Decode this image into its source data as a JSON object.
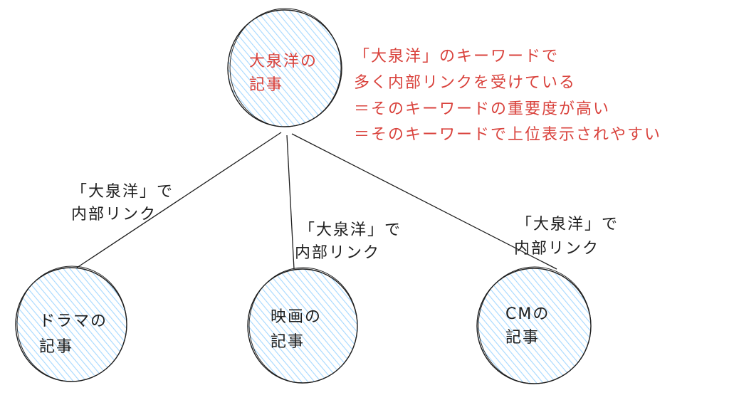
{
  "colors": {
    "circle_fill": "#a5d8ff",
    "stroke": "#1e1e1e",
    "accent_text": "#d9423c"
  },
  "top_node": {
    "line1": "大泉洋の",
    "line2": "記事"
  },
  "note": {
    "lines": [
      "「大泉洋」のキーワードで",
      "多く内部リンクを受けている",
      "＝そのキーワードの重要度が高い",
      "＝そのキーワードで上位表示されやすい"
    ]
  },
  "edges": [
    {
      "line1": "「大泉洋」で",
      "line2": "内部リンク"
    },
    {
      "line1": "「大泉洋」で",
      "line2": "内部リンク"
    },
    {
      "line1": "「大泉洋」で",
      "line2": "内部リンク"
    }
  ],
  "child_nodes": [
    {
      "line1": "ドラマの",
      "line2": "記事"
    },
    {
      "line1": "映画の",
      "line2": "記事"
    },
    {
      "line1": "CMの",
      "line2": "記事"
    }
  ]
}
